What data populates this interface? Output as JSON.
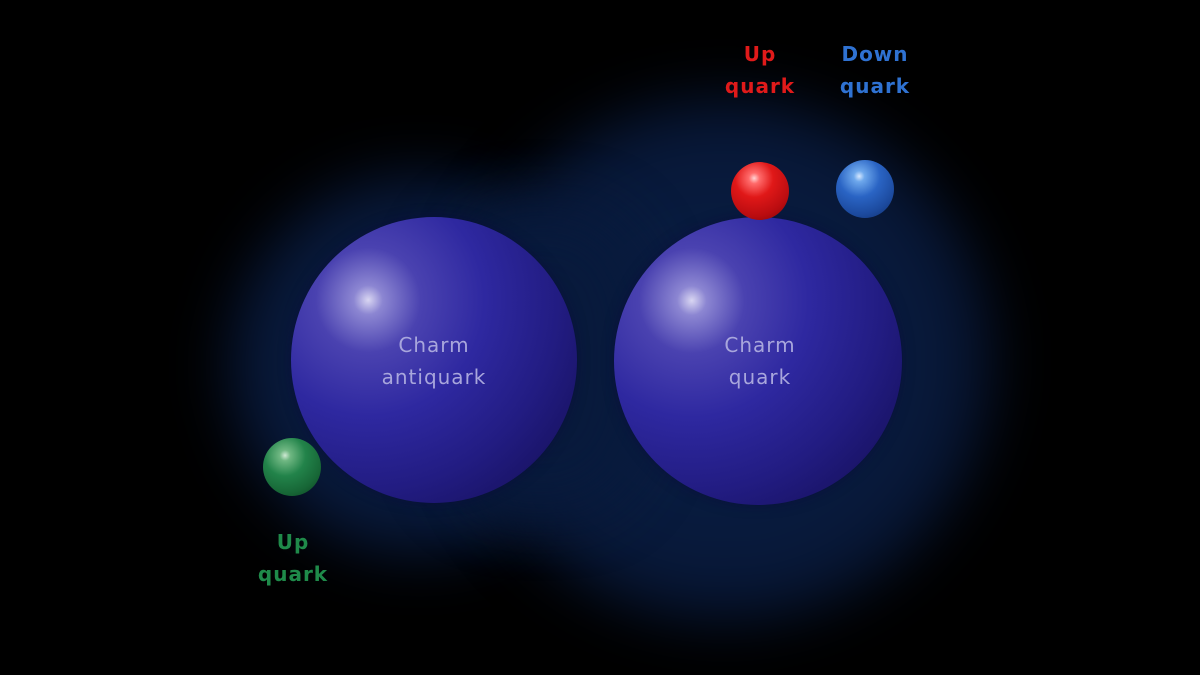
{
  "labels": {
    "charm_antiquark": {
      "line1": "Charm",
      "line2": "antiquark"
    },
    "charm_quark": {
      "line1": "Charm",
      "line2": "quark"
    },
    "up_quark_red": {
      "line1": "Up",
      "line2": "quark"
    },
    "down_quark_blue": {
      "line1": "Down",
      "line2": "quark"
    },
    "up_quark_green": {
      "line1": "Up",
      "line2": "quark"
    }
  },
  "colors": {
    "background": "#000000",
    "glow": "#08193a",
    "charm_sphere": "#2e28a0",
    "charm_label": "#a8a6dc",
    "up_red": "#e01a1a",
    "down_blue": "#2f72d2",
    "up_green": "#1f8a4a"
  }
}
